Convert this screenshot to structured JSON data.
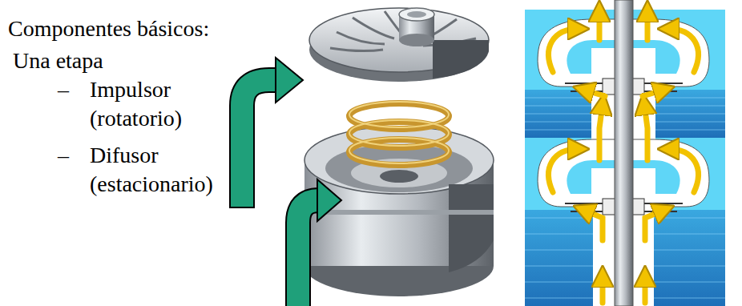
{
  "diagram": {
    "title": "Componentes básicos:",
    "labels": [
      "Una etapa",
      "–",
      "Impulsor (rotatorio)",
      "–",
      "Difusor (estacionario)"
    ]
  }
}
